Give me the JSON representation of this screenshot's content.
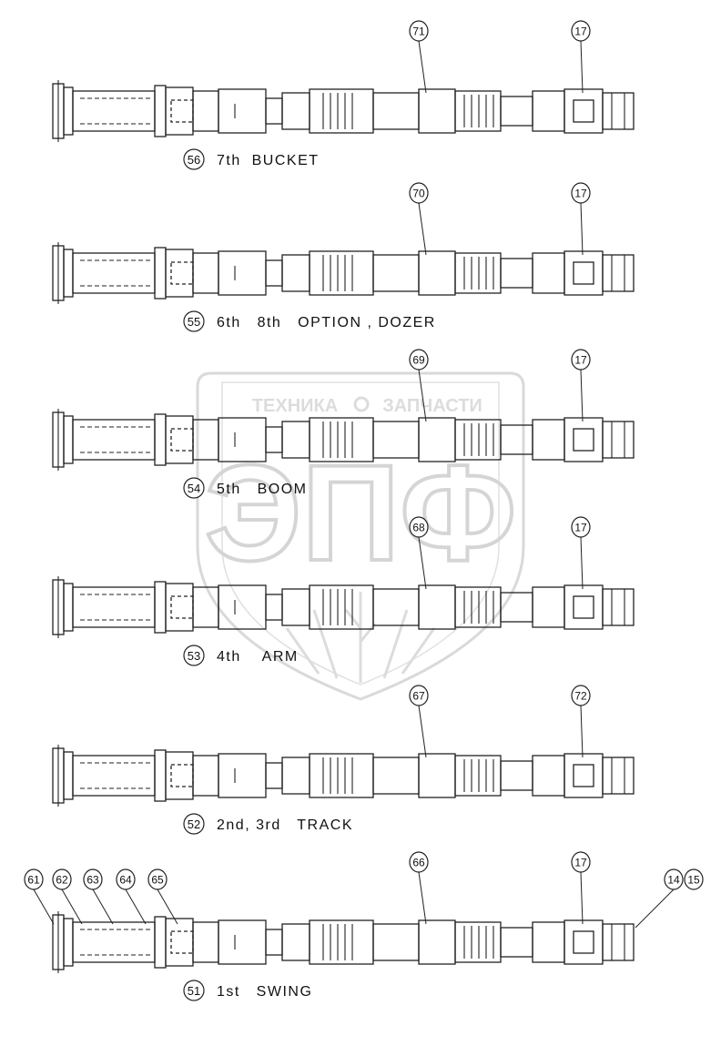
{
  "watermark": {
    "line1": "ТЕХНИКА",
    "line2": "ЗАПЧАСТИ",
    "logo": "ЭПФ"
  },
  "spools": [
    {
      "id": "spool-56",
      "num": "56",
      "name": "7th  BUCKET",
      "center_callout": "71",
      "right_callouts": [
        "17"
      ]
    },
    {
      "id": "spool-55",
      "num": "55",
      "name": "6th   8th   OPTION , DOZER",
      "center_callout": "70",
      "right_callouts": [
        "17"
      ]
    },
    {
      "id": "spool-54",
      "num": "54",
      "name": "5th   BOOM",
      "center_callout": "69",
      "right_callouts": [
        "17"
      ]
    },
    {
      "id": "spool-53",
      "num": "53",
      "name": "4th    ARM",
      "center_callout": "68",
      "right_callouts": [
        "17"
      ]
    },
    {
      "id": "spool-52",
      "num": "52",
      "name": "2nd, 3rd   TRACK",
      "center_callout": "67",
      "right_callouts": [
        "72"
      ]
    },
    {
      "id": "spool-51",
      "num": "51",
      "name": "1st   SWING",
      "center_callout": "66",
      "right_callouts": [
        "17"
      ],
      "left_callouts": [
        "61",
        "62",
        "63",
        "64",
        "65"
      ],
      "end_callouts": [
        "14",
        "15"
      ]
    }
  ]
}
